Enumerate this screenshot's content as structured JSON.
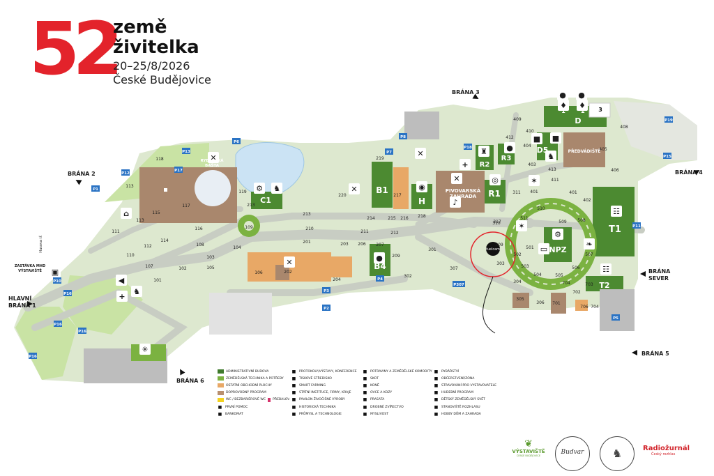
{
  "header": {
    "number": "52",
    "title_line1": "země",
    "title_line2": "živitelka",
    "dates": "20–25/8/2026",
    "city": "České Budějovice"
  },
  "gates": {
    "g2": "BRÁNA 2",
    "g3": "BRÁNA 3",
    "g4": "BRÁNA 4",
    "g5": "BRÁNA 5",
    "g6": "BRÁNA 6",
    "main_1": "HLAVNÍ",
    "main_2": "BRÁNA 1",
    "north_1": "BRÁNA",
    "north_2": "SEVER"
  },
  "labels": {
    "tram_1": "ZASTÁVKA MHD",
    "tram_2": "VÝSTAVIŠTĚ",
    "street": "Husova tř.",
    "rybarska_1": "RYBÁŘSKÁ",
    "rybarska_2": "BAŠTA",
    "pivovarska_1": "PIVOVARSKÁ",
    "pivovarska_2": "ZAHRADA",
    "predvadiste": "PŘEDVÁDIŠTĚ",
    "fuelcam": "fuelcam"
  },
  "halls": {
    "C1": "C1",
    "B1": "B1",
    "H": "H",
    "R1": "R1",
    "R2": "R2",
    "R3": "R3",
    "B4": "B4",
    "D": "D",
    "D5": "D5",
    "NPZ": "NPZ",
    "T1": "T1",
    "T2": "T2",
    "1": "1",
    "2": "2",
    "3": "3"
  },
  "areas": [
    "101",
    "102",
    "103",
    "104",
    "105",
    "106",
    "107",
    "108",
    "109",
    "110",
    "111",
    "112",
    "113",
    "113",
    "114",
    "115",
    "116",
    "117",
    "118",
    "119",
    "201",
    "202",
    "203",
    "204",
    "206",
    "207",
    "209",
    "210",
    "211",
    "212",
    "213",
    "213",
    "214",
    "215",
    "216",
    "217",
    "218",
    "219",
    "220",
    "301",
    "302",
    "303",
    "304",
    "305",
    "306",
    "307",
    "309",
    "310",
    "311",
    "317",
    "401",
    "401",
    "402",
    "403",
    "404",
    "405",
    "406",
    "408",
    "409",
    "410",
    "411",
    "412",
    "413",
    "501",
    "502",
    "503",
    "504",
    "505",
    "506",
    "507",
    "508",
    "509",
    "510",
    "511",
    "512",
    "701",
    "702",
    "703",
    "704",
    "704",
    "706"
  ],
  "parking": [
    "P1",
    "P2",
    "P3",
    "P4",
    "P5",
    "P6",
    "P7",
    "P8",
    "P10",
    "P11",
    "P12",
    "P13",
    "P15",
    "P16",
    "P16",
    "P16",
    "P16",
    "P17",
    "P18",
    "P19",
    "P307"
  ],
  "legend": {
    "col1": [
      {
        "label": "ADMINISTRATIVNÍ BUDOVA",
        "swatch": "#3f7a2c"
      },
      {
        "label": "ZEMĚDĚLSKÁ TECHNIKA A POTŘEBY",
        "swatch": "#7bb241"
      },
      {
        "label": "OSTATNÍ OBCHODNÍ PLOCHY",
        "swatch": "#e8a866"
      },
      {
        "label": "DOPROVODNÝ PROGRAM",
        "swatch": "#b98f6e"
      },
      {
        "label": "WC / BEZBARIÉROVÉ WC",
        "label2": "PŘEBALOVACÍ PULT",
        "swatch": "#f3d21f"
      },
      {
        "label": "PRVNÍ POMOC",
        "icon": "first-aid-cross"
      },
      {
        "label": "BANKOMAT",
        "icon": "atm-icon"
      }
    ],
    "col2": [
      {
        "label": "PROTOKOLY/VÝSTAVY, KONFERENCE",
        "icon": "info-icon"
      },
      {
        "label": "TISKOVÉ STŘEDISKO",
        "icon": "press-icon"
      },
      {
        "label": "SMART FARMING",
        "icon": "wifi-icon"
      },
      {
        "label": "STÁTNÍ INSTITUCE, FIRMY, KRAJE",
        "icon": "institution-icon"
      },
      {
        "label": "PAVILON ŽIVOČIŠNÉ VÝROBY",
        "icon": "gear-icon"
      },
      {
        "label": "HISTORICKÁ TECHNIKA",
        "icon": "tractor-icon"
      },
      {
        "label": "PRŮMYSL A TECHNOLOGIE",
        "icon": "factory-icon"
      }
    ],
    "col3": [
      {
        "label": "POTRAVINY A ZEMĚDĚLSKÉ KOMODITY",
        "icon": "apple-icon"
      },
      {
        "label": "SKOT",
        "icon": "cow-icon"
      },
      {
        "label": "KONĚ",
        "icon": "horse-icon"
      },
      {
        "label": "OVCE A KOZY",
        "icon": "sheep-icon"
      },
      {
        "label": "PRASATA",
        "icon": "pig-icon"
      },
      {
        "label": "DROBNÉ ZVÍŘECTVO",
        "icon": "hen-icon"
      },
      {
        "label": "MYSLIVOST",
        "icon": "deer-icon"
      }
    ],
    "col4": [
      {
        "label": "RYBÁŘSTVÍ",
        "icon": "fish-icon"
      },
      {
        "label": "OBČERSTVENÍ/ZÓNA",
        "icon": "cutlery-icon"
      },
      {
        "label": "STRAVOVÁNÍ PRO VYSTAVOVATELE",
        "icon": "plate-icon"
      },
      {
        "label": "HUDEBNÍ PROGRAM",
        "icon": "music-icon"
      },
      {
        "label": "DĚTSKÝ ZEMĚDĚLSKÝ SVĚT",
        "icon": "horse-toy-icon"
      },
      {
        "label": "STANOVIŠTĚ ROZHLASU",
        "icon": "megaphone-icon"
      },
      {
        "label": "HOBBY DŮM A ZAHRADA",
        "icon": "house-icon"
      }
    ]
  },
  "partners": {
    "vystaviste": "VÝSTAVIŠTĚ",
    "vystaviste_sub": "ČESKÉ BUDĚJOVICE",
    "budvar": "Budvar",
    "radio": "Radiožurnál",
    "radio_sub": "Český rozhlas"
  },
  "colors": {
    "accent_red": "#e3232b",
    "path": "#cfd5c9",
    "grass": "#cfe6ae",
    "building_green": "#4c8a31",
    "building_brown": "#a9876d",
    "commercial": "#e8a866"
  }
}
